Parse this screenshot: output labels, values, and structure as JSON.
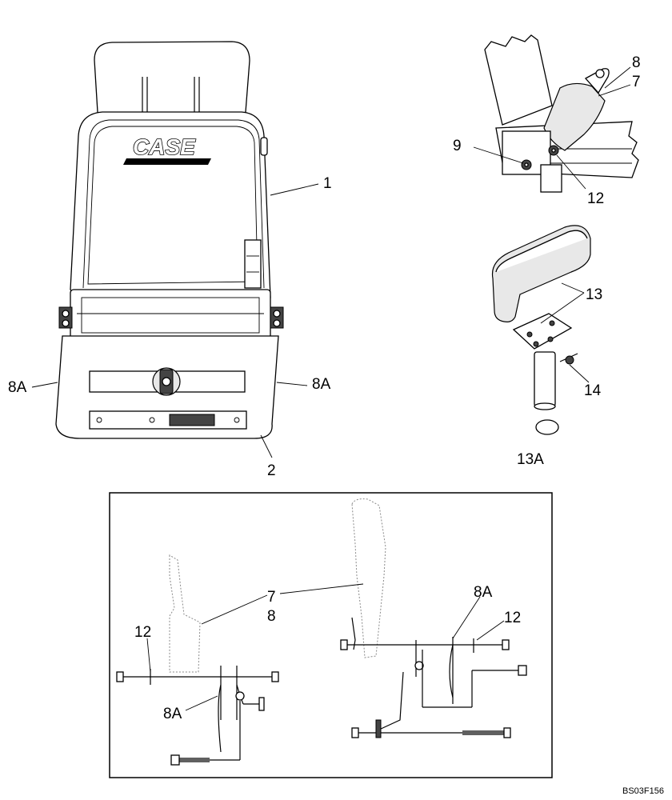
{
  "callouts": {
    "c1": "1",
    "c2": "2",
    "c7": "7",
    "c8": "8",
    "c9": "9",
    "c12": "12",
    "c13": "13",
    "c14": "14",
    "c13a": "13A",
    "c8a_left": "8A",
    "c8a_right": "8A",
    "inset_c7": "7",
    "inset_c8": "8",
    "inset_c12_left": "12",
    "inset_c8a_left": "8A",
    "inset_c8a_right": "8A",
    "inset_c12_right": "12"
  },
  "seat_logo_text": "CASE",
  "reference_code": "BS03F156"
}
